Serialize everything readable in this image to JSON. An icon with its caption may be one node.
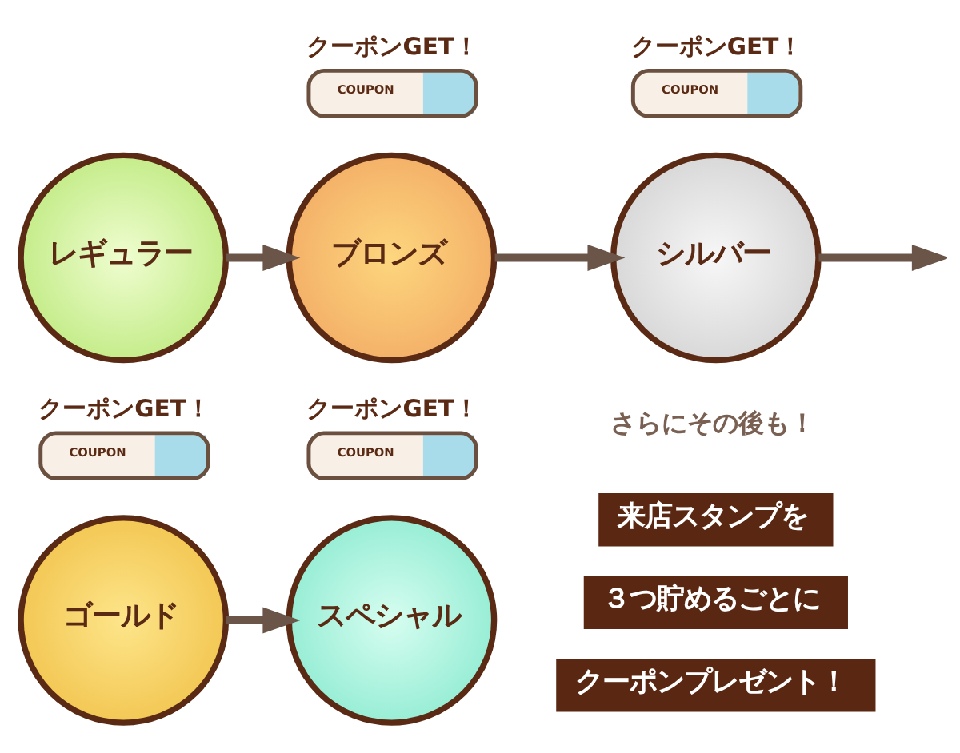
{
  "diagram": {
    "nodes": [
      {
        "text": [
          "レギュラー"
        ]
      },
      {
        "text": [
          "COUPON"
        ],
        "beside": [
          "クーポンGET！"
        ]
      },
      {
        "text": [
          "ブロンズ"
        ]
      },
      {
        "text": [
          "COUPON"
        ],
        "beside": [
          "クーポンGET！"
        ]
      },
      {
        "text": [
          "シルバー"
        ]
      },
      {
        "text": [
          "COUPON"
        ],
        "beside": [
          "クーポンGET！"
        ]
      },
      {
        "text": [
          "ゴールド"
        ]
      },
      {
        "text": [
          "COUPON"
        ],
        "beside": [
          "クーポンGET！"
        ]
      },
      {
        "text": [
          "スペシャル"
        ]
      },
      {
        "text": [
          "来店スタンプを"
        ]
      },
      {
        "text": [
          "３つ貯めるごとに"
        ]
      },
      {
        "text": [
          "クーポンプレゼント！"
        ]
      }
    ],
    "edges": [
      {
        "from": 0,
        "to": 2,
        "arrow": "to"
      },
      {
        "from": 2,
        "to": 4,
        "arrow": "to"
      },
      {
        "from": 4,
        "to": null,
        "arrow": "to"
      },
      {
        "from": 6,
        "to": 8,
        "arrow": "to"
      }
    ],
    "labels": [
      "さらにその後も！"
    ]
  }
}
